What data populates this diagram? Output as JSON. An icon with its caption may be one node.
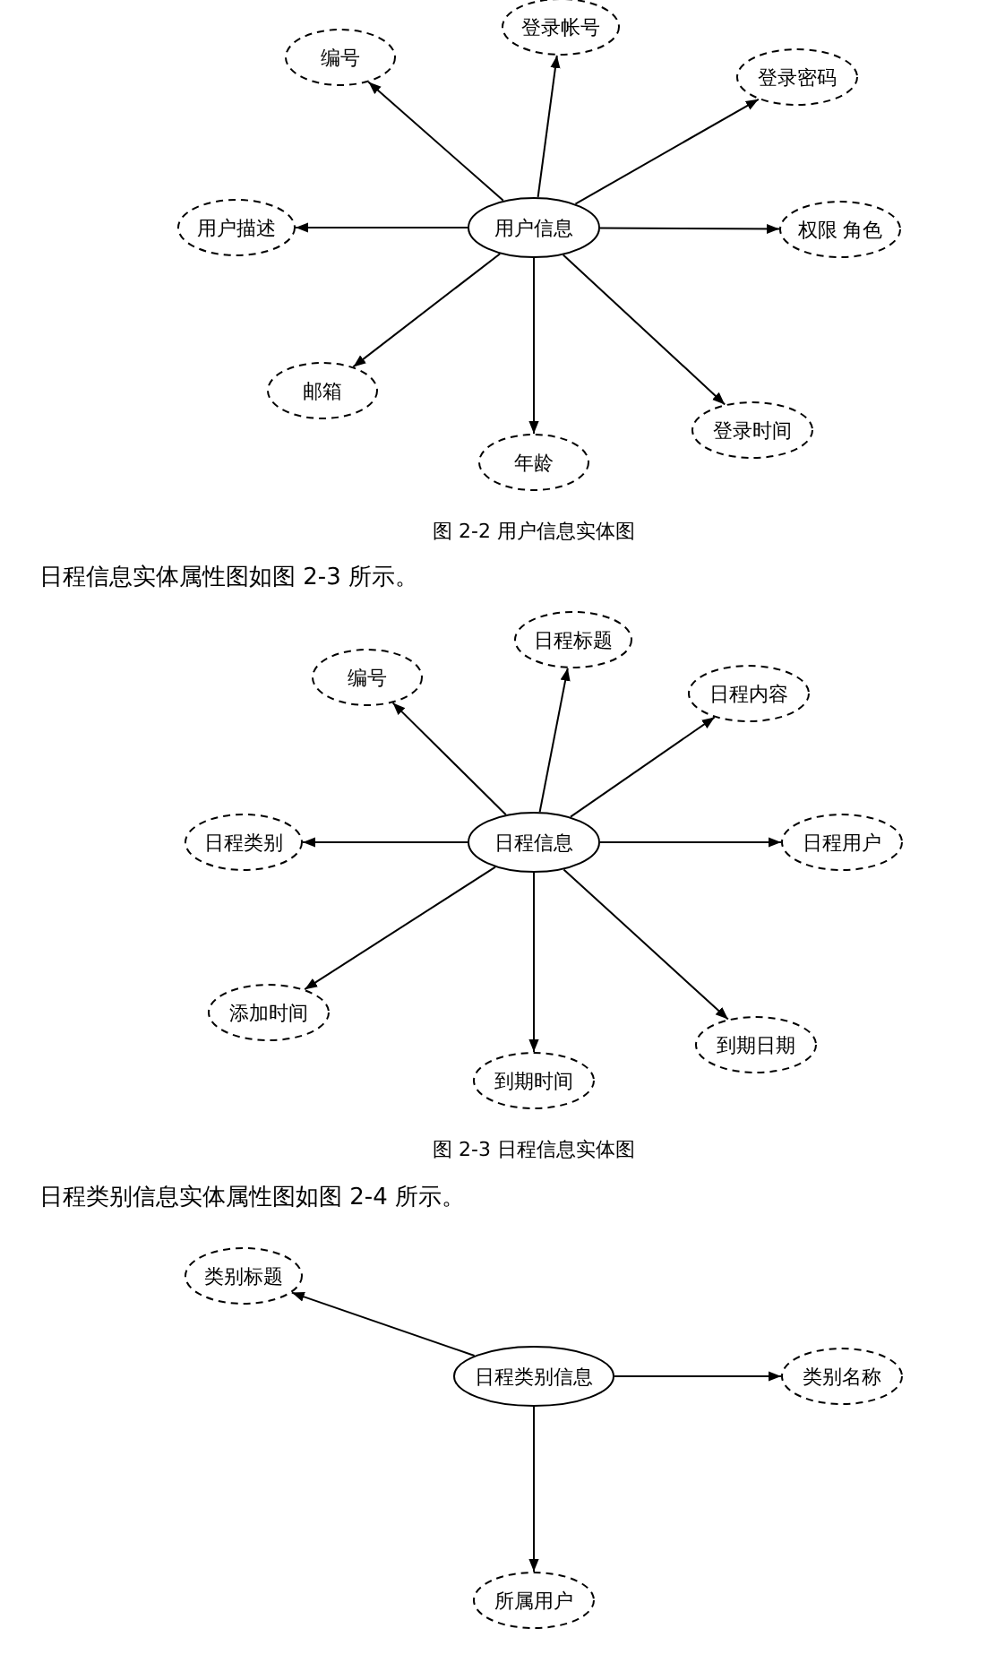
{
  "diagram": {
    "nodes": [
      {
        "text": [
          "用户信息"
        ]
      },
      {
        "text": [
          "登录帐号"
        ]
      },
      {
        "text": [
          "编号"
        ]
      },
      {
        "text": [
          "登录密码"
        ]
      },
      {
        "text": [
          "用户描述"
        ]
      },
      {
        "text": [
          "权限 角色"
        ]
      },
      {
        "text": [
          "邮箱"
        ]
      },
      {
        "text": [
          "登录时间"
        ]
      },
      {
        "text": [
          "年龄"
        ]
      },
      {
        "text": [
          "日程信息"
        ]
      },
      {
        "text": [
          "日程标题"
        ]
      },
      {
        "text": [
          "编号"
        ]
      },
      {
        "text": [
          "日程内容"
        ]
      },
      {
        "text": [
          "日程类别"
        ]
      },
      {
        "text": [
          "日程用户"
        ]
      },
      {
        "text": [
          "添加时间"
        ]
      },
      {
        "text": [
          "到期日期"
        ]
      },
      {
        "text": [
          "到期时间"
        ]
      },
      {
        "text": [
          "日程类别信息"
        ]
      },
      {
        "text": [
          "类别标题"
        ]
      },
      {
        "text": [
          "类别名称"
        ]
      },
      {
        "text": [
          "所属用户"
        ]
      }
    ],
    "edges": [
      {
        "from": 0,
        "to": 1,
        "arrow": "to"
      },
      {
        "from": 0,
        "to": 2,
        "arrow": "to"
      },
      {
        "from": 0,
        "to": 3,
        "arrow": "to"
      },
      {
        "from": 0,
        "to": 4,
        "arrow": "to"
      },
      {
        "from": 0,
        "to": 5,
        "arrow": "to"
      },
      {
        "from": 0,
        "to": 6,
        "arrow": "to"
      },
      {
        "from": 0,
        "to": 7,
        "arrow": "to"
      },
      {
        "from": 0,
        "to": 8,
        "arrow": "to"
      },
      {
        "from": 9,
        "to": 10,
        "arrow": "to"
      },
      {
        "from": 9,
        "to": 11,
        "arrow": "to"
      },
      {
        "from": 9,
        "to": 12,
        "arrow": "to"
      },
      {
        "from": 9,
        "to": 13,
        "arrow": "to"
      },
      {
        "from": 9,
        "to": 14,
        "arrow": "to"
      },
      {
        "from": 9,
        "to": 15,
        "arrow": "to"
      },
      {
        "from": 9,
        "to": 16,
        "arrow": "to"
      },
      {
        "from": 9,
        "to": 17,
        "arrow": "to"
      },
      {
        "from": 18,
        "to": 19,
        "arrow": "to"
      },
      {
        "from": 18,
        "to": 20,
        "arrow": "to"
      },
      {
        "from": 18,
        "to": 21,
        "arrow": "to"
      }
    ],
    "labels": [
      "图 2-2 用户信息实体图",
      "日程信息实体属性图如图 2-3 所示。",
      "图 2-3 日程信息实体图",
      "日程类别信息实体属性图如图 2-4 所示。"
    ]
  }
}
